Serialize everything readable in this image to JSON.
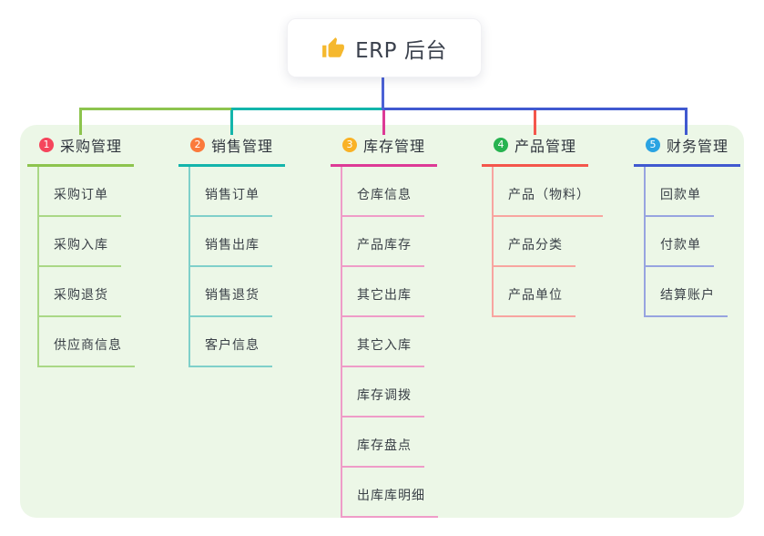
{
  "canvas": {
    "page_background": "#ffffff",
    "panel_background": "#ecf7e7"
  },
  "root": {
    "title": "ERP 后台",
    "icon": "thumbs-up-icon",
    "icon_color": "#f5b82e"
  },
  "connectors": {
    "trunk_color": "#4c62d6"
  },
  "branches": [
    {
      "index": "1",
      "label": "采购管理",
      "color": "#8dc44e",
      "light_color": "#aad886",
      "badge_color": "#f5455c",
      "children": [
        "采购订单",
        "采购入库",
        "采购退货",
        "供应商信息"
      ]
    },
    {
      "index": "2",
      "label": "销售管理",
      "color": "#13b5ab",
      "light_color": "#7fd0ca",
      "badge_color": "#fb7a3c",
      "children": [
        "销售订单",
        "销售出库",
        "销售退货",
        "客户信息"
      ]
    },
    {
      "index": "3",
      "label": "库存管理",
      "color": "#dd3a96",
      "light_color": "#ef9cc8",
      "badge_color": "#f9b226",
      "children": [
        "仓库信息",
        "产品库存",
        "其它出库",
        "其它入库",
        "库存调拨",
        "库存盘点",
        "出库库明细"
      ]
    },
    {
      "index": "4",
      "label": "产品管理",
      "color": "#f4564c",
      "light_color": "#f8a5a0",
      "badge_color": "#27b350",
      "children": [
        "产品（物料）",
        "产品分类",
        "产品单位"
      ]
    },
    {
      "index": "5",
      "label": "财务管理",
      "color": "#4059d0",
      "light_color": "#97a4e0",
      "badge_color": "#2aa3e2",
      "children": [
        "回款单",
        "付款单",
        "结算账户"
      ]
    }
  ]
}
